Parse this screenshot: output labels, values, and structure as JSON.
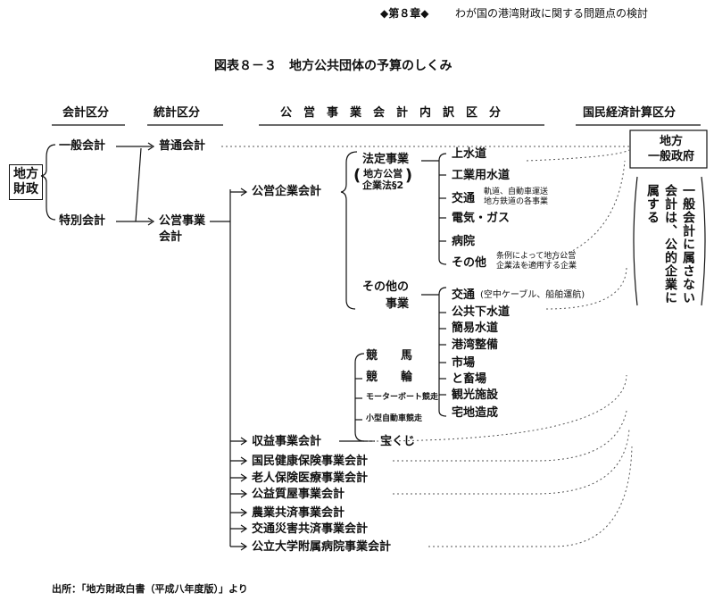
{
  "header": {
    "chapter": "◆第８章◆",
    "chapter_title": "わが国の港湾財政に関する問題点の検討"
  },
  "figure_title": "図表８－３　地方公共団体の予算のしくみ",
  "columns": {
    "c1": "会計区分",
    "c2": "統計区分",
    "c3": "公　営　事　業　会　計　内　訳　区　分",
    "c4": "国民経済計算区分"
  },
  "nodes": {
    "root_line1": "地方",
    "root_line2": "財政",
    "general": "一般会計",
    "special": "特別会計",
    "ordinary": "普通会計",
    "public_ent_l1": "公営事業",
    "public_ent_l2": "会計",
    "kouei_kigyou": "公営企業会計",
    "legal": "法定事業",
    "legal_note_l1": "地方公営",
    "legal_note_l2": "企業法§2",
    "other_l1": "その他の",
    "other_l2": "事業",
    "income": "収益事業会計",
    "race_l": "競　　馬",
    "bike_l": "競　　輪",
    "boat_l": "モーターボート競走",
    "auto_l": "小型自動車競走",
    "lottery": "宝くじ",
    "kokuho": "国民健康保険事業会計",
    "roujin": "老人保険医療事業会計",
    "shichiya": "公益質屋事業会計",
    "nougyou": "農業共済事業会計",
    "koutsu_saigai": "交通災害共済事業会計",
    "daigaku": "公立大学附属病院事業会計"
  },
  "legal_items": {
    "i1": "上水道",
    "i2": "工業用水道",
    "i3": "交通",
    "i3_note_l1": "軌道、自動車運送",
    "i3_note_l2": "地方鉄道の各事業",
    "i4": "電気・ガス",
    "i5": "病院",
    "i6": "その他",
    "i6_note_l1": "条例によって地方公営",
    "i6_note_l2": "企業法を適用する企業"
  },
  "other_items": {
    "o1": "交通",
    "o1_note": "(空中ケーブル、船舶運航)",
    "o2": "公共下水道",
    "o3": "簡易水道",
    "o4": "港湾整備",
    "o5": "市場",
    "o6": "と畜場",
    "o7": "観光施設",
    "o8": "宅地造成"
  },
  "right": {
    "box_l1": "地方",
    "box_l2": "一般政府",
    "vertical_a": "属する",
    "vertical_b": "会計は、公的企業に",
    "vertical_c": "一般会計に属さない"
  },
  "source": "出所：「地方財政白書（平成八年度版）」より"
}
